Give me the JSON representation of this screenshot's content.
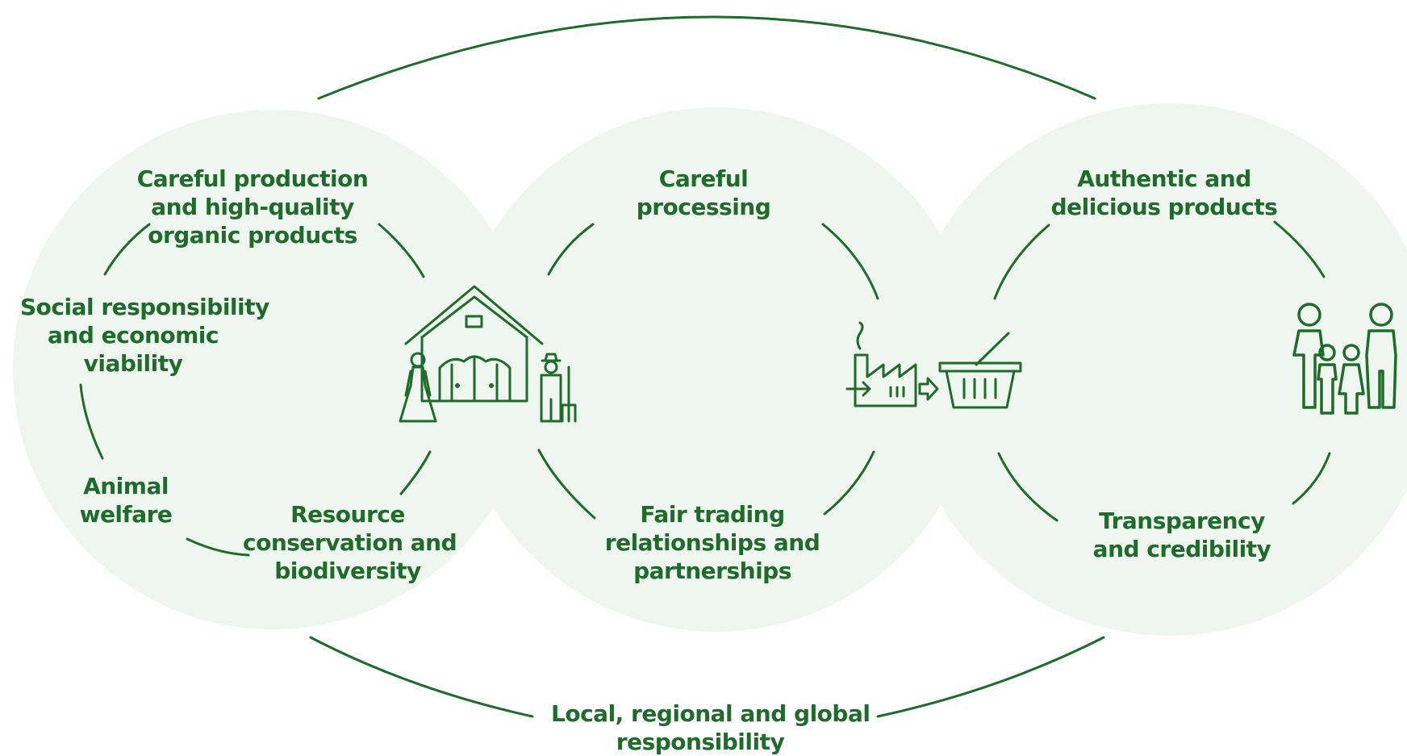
{
  "colors": {
    "stroke": "#1f6b2c",
    "text": "#1f6b2c",
    "circle_fill": "#eff5ef",
    "background": "#ffffff"
  },
  "labels": {
    "careful_production": [
      "Careful production",
      "and high-quality",
      "organic products"
    ],
    "social_responsibility": [
      "Social responsibility",
      "and economic",
      "viability"
    ],
    "animal_welfare": [
      "Animal",
      "welfare"
    ],
    "resource_conservation": [
      "Resource",
      "conservation and",
      "biodiversity"
    ],
    "careful_processing": [
      "Careful",
      "processing"
    ],
    "fair_trading": [
      "Fair trading",
      "relationships and",
      "partnerships"
    ],
    "authentic_products": [
      "Authentic and",
      "delicious products"
    ],
    "transparency": [
      "Transparency",
      "and credibility"
    ],
    "local_responsibility": [
      "Local, regional and global",
      "responsibility"
    ]
  },
  "icons": {
    "farm": "farm-house-with-farmers-icon",
    "factory": "factory-icon",
    "basket": "shopping-basket-icon",
    "family": "family-icon"
  }
}
